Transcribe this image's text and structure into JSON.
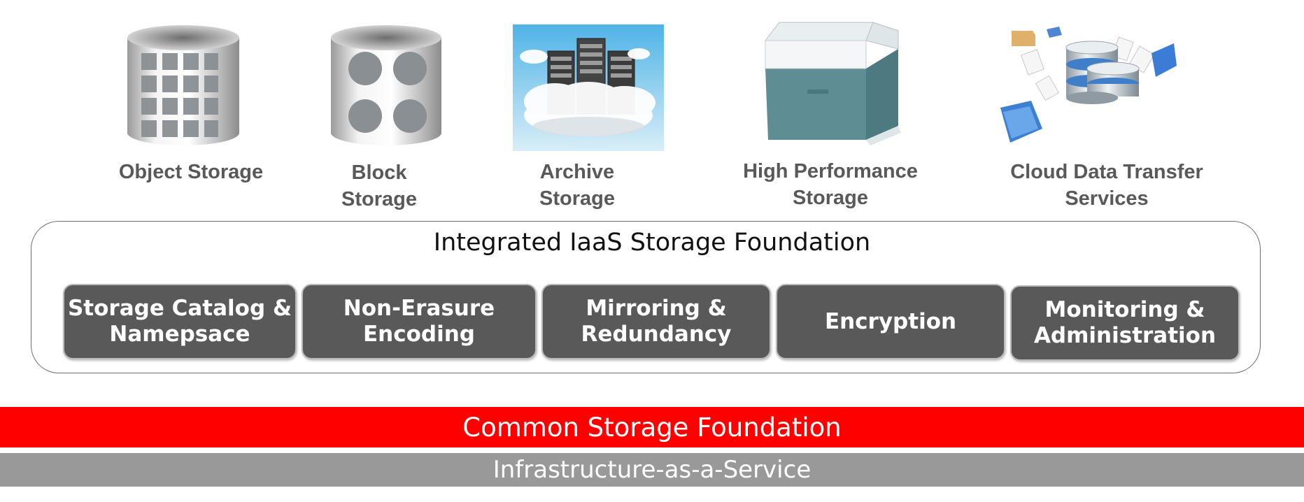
{
  "services": [
    {
      "label": "Object Storage",
      "icon": "database-grid-icon"
    },
    {
      "label": "Block\nStorage",
      "icon": "database-block-icon"
    },
    {
      "label": "Archive\nStorage",
      "icon": "cloud-servers-icon"
    },
    {
      "label": "High Performance\nStorage",
      "icon": "archive-box-icon"
    },
    {
      "label": "Cloud Data Transfer\nServices",
      "icon": "data-transfer-icon"
    }
  ],
  "foundation": {
    "title": "Integrated IaaS Storage Foundation",
    "capabilities": [
      "Storage Catalog &\nNamepsace",
      "Non-Erasure\nEncoding",
      "Mirroring &\nRedundancy",
      "Encryption",
      "Monitoring &\nAdministration"
    ]
  },
  "layers": {
    "common": "Common Storage Foundation",
    "infrastructure": "Infrastructure-as-a-Service"
  },
  "colors": {
    "common_band": "#ff0000",
    "infrastructure_band": "#999999",
    "capability_fill": "#595959",
    "label_text": "#595959"
  }
}
